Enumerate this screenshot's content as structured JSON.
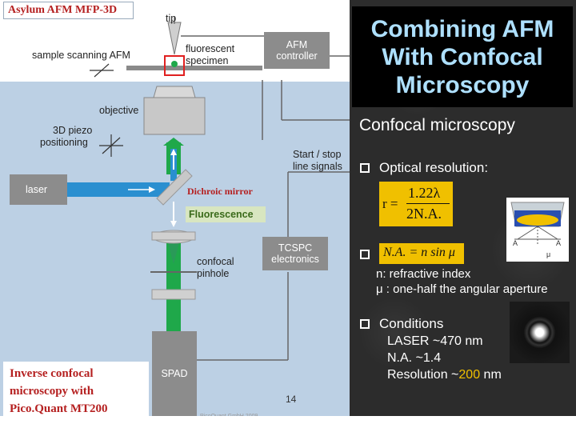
{
  "diagram": {
    "header_label": "Asylum AFM MFP-3D",
    "tip": "tip",
    "sample_scanning": "sample scanning AFM",
    "fluorescent_specimen_1": "fluorescent",
    "fluorescent_specimen_2": "specimen",
    "afm_controller_1": "AFM",
    "afm_controller_2": "controller",
    "objective": "objective",
    "piezo_1": "3D piezo",
    "piezo_2": "positioning",
    "start_stop_1": "Start / stop",
    "start_stop_2": "line signals",
    "laser": "laser",
    "dichroic": "Dichroic mirror",
    "fluorescence": "Fluorescence",
    "tcspc_1": "TCSPC",
    "tcspc_2": "electronics",
    "confocal_1": "confocal",
    "confocal_2": "pinhole",
    "spad": "SPAD",
    "inverse_1": "Inverse confocal",
    "inverse_2": "microscopy with",
    "inverse_3": "Pico.Quant MT200",
    "page_number": "14",
    "footer": "PicoQuant GmbH 2009"
  },
  "slide": {
    "title_1": "Combining AFM",
    "title_2": "With Confocal",
    "title_3": "Microscopy",
    "section": "Confocal microscopy",
    "bullet_1": "Optical resolution:",
    "formula_r": "r =",
    "formula_num": "1.22λ",
    "formula_den": "2N.A.",
    "formula_na": "N.A. = n sin μ",
    "na_n": "n: refractive index",
    "na_mu": "μ : one-half the angular aperture",
    "bullet_2": "Conditions",
    "cond_laser": "LASER ~470 nm",
    "cond_na": "N.A. ~1.4",
    "cond_res_prefix": "Resolution ~",
    "cond_res_value": "200",
    "cond_res_suffix": " nm",
    "lens_a_left": "A",
    "lens_a_right": "A",
    "lens_mu": "μ"
  },
  "colors": {
    "title_text": "#aee0ff",
    "highlight": "#f0c000",
    "beam_green": "#1fa84a",
    "beam_blue": "#2a8fd0",
    "red_label": "#b52020"
  }
}
